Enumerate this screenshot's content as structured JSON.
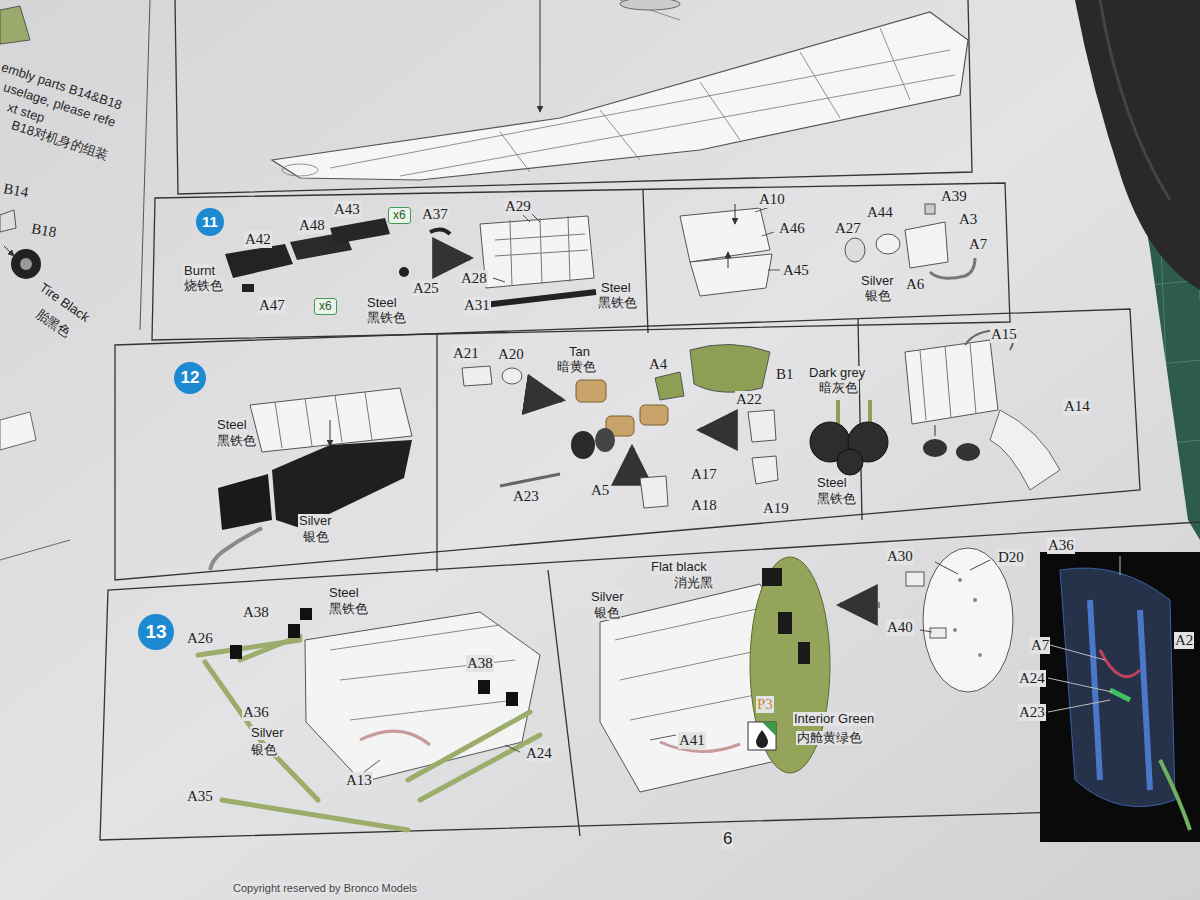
{
  "diagram": {
    "nodes": [
      {
        "text": [
          "11"
        ]
      },
      {
        "text": [
          "x6"
        ]
      },
      {
        "text": [
          "x6"
        ]
      },
      {
        "text": [
          "12"
        ]
      },
      {
        "text": [
          "13"
        ]
      }
    ],
    "labels": [
      "embly parts B14&B18",
      "uselage, please refe",
      "xt step",
      "B18对机身的组装",
      "B14",
      "B18",
      "Tire Black",
      "胎黑色",
      "A42",
      "A48",
      "A43",
      "A37",
      "Burnt",
      "烧铁色",
      "A47",
      "A25",
      "Steel",
      "黑铁色",
      "A29",
      "A28",
      "A31",
      "Steel",
      "黑铁色",
      "A10",
      "A46",
      "A45",
      "A39",
      "A27",
      "A44",
      "A3",
      "A7",
      "Silver",
      "银色",
      "A6",
      "Steel",
      "黑铁色",
      "Silver",
      "银色",
      "A21",
      "A20",
      "Tan",
      "暗黄色",
      "A4",
      "B1",
      "Dark grey",
      "暗灰色",
      "A22",
      "A23",
      "A5",
      "A17",
      "A18",
      "A19",
      "Steel",
      "黑铁色",
      "A15",
      "A14",
      "A26",
      "A38",
      "Steel",
      "黑铁色",
      "A36",
      "Silver",
      "银色",
      "A13",
      "A38",
      "A24",
      "A35",
      "Flat black",
      "消光黑",
      "Silver",
      "银色",
      "A30",
      "D20",
      "A36",
      "A40",
      "A41",
      "P3",
      "Interior Green",
      "内舱黄绿色",
      "A7",
      "A24",
      "A23",
      "A2",
      "6",
      "Copyright reserved by Bronco Models"
    ]
  }
}
